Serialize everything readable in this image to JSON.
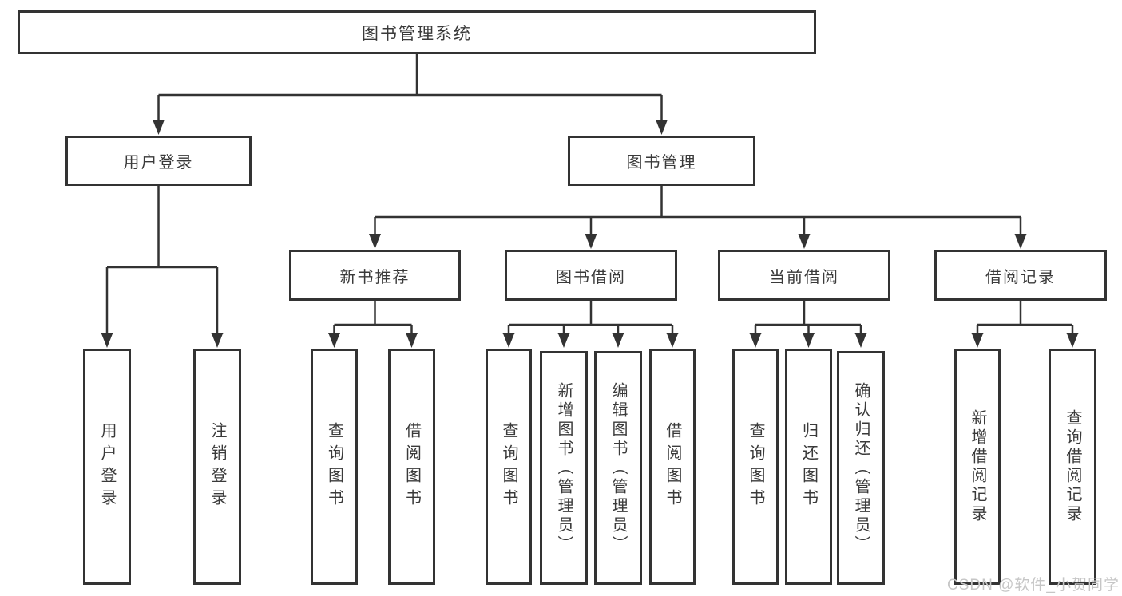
{
  "diagram": {
    "type": "hierarchy-tree",
    "colors": {
      "line": "#333333",
      "box_border": "#333333",
      "box_fill": "#ffffff",
      "text": "#3a3a3a",
      "watermark": "#c6c6c6",
      "background": "#ffffff"
    },
    "tree": {
      "root": {
        "label": "图书管理系统",
        "children": [
          {
            "label": "用户登录",
            "children": [
              {
                "label": "用户登录"
              },
              {
                "label": "注销登录"
              }
            ]
          },
          {
            "label": "图书管理",
            "children": [
              {
                "label": "新书推荐",
                "children": [
                  {
                    "label": "查询图书"
                  },
                  {
                    "label": "借阅图书"
                  }
                ]
              },
              {
                "label": "图书借阅",
                "children": [
                  {
                    "label": "查询图书"
                  },
                  {
                    "label": "新增图书（管理员）"
                  },
                  {
                    "label": "编辑图书（管理员）"
                  },
                  {
                    "label": "借阅图书"
                  }
                ]
              },
              {
                "label": "当前借阅",
                "children": [
                  {
                    "label": "查询图书"
                  },
                  {
                    "label": "归还图书"
                  },
                  {
                    "label": "确认归还（管理员）"
                  }
                ]
              },
              {
                "label": "借阅记录",
                "children": [
                  {
                    "label": "新增借阅记录"
                  },
                  {
                    "label": "查询借阅记录"
                  }
                ]
              }
            ]
          }
        ]
      }
    },
    "watermark": {
      "text": "CSDN @软件_小贺同学"
    }
  }
}
